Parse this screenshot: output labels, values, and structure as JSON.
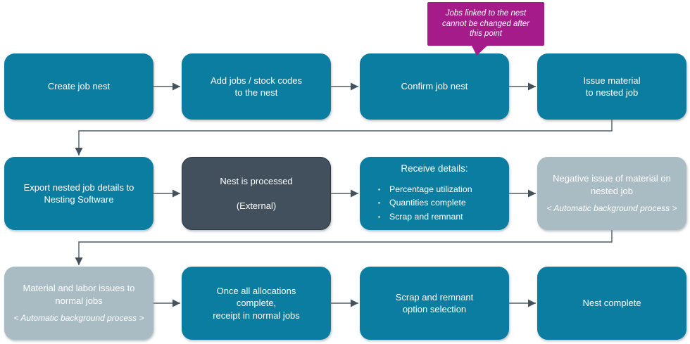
{
  "ui": {
    "bullet_char": "▪"
  },
  "colors": {
    "node_teal": "#0b7da1",
    "node_dark": "#42505e",
    "node_gray": "#a9bcc3",
    "callout_magenta": "#a51b8a",
    "connector": "#4e5d66",
    "text": "#ffffff"
  },
  "callout": {
    "text": "Jobs linked to the nest\ncannot be changed after\nthis point"
  },
  "nodes": {
    "r1c1": {
      "label": "Create job nest"
    },
    "r1c2": {
      "label": "Add jobs / stock codes\nto the nest"
    },
    "r1c3": {
      "label": "Confirm job nest"
    },
    "r1c4": {
      "label": "Issue material\nto nested job"
    },
    "r2c1": {
      "label": "Export nested job details to\nNesting Software"
    },
    "r2c2": {
      "label": "Nest is processed\n\n(External)"
    },
    "r2c3": {
      "title": "Receive details:",
      "bullets": [
        "Percentage utilization",
        "Quantities complete",
        "Scrap and remnant"
      ]
    },
    "r2c4": {
      "label": "Negative issue of material on\nnested job",
      "note": "< Automatic background process >"
    },
    "r3c1": {
      "label": "Material and labor issues to\nnormal jobs",
      "note": "< Automatic background process >"
    },
    "r3c2": {
      "label": "Once all allocations\ncomplete,\nreceipt in normal jobs"
    },
    "r3c3": {
      "label": "Scrap and remnant\noption selection"
    },
    "r3c4": {
      "label": "Nest complete"
    }
  }
}
